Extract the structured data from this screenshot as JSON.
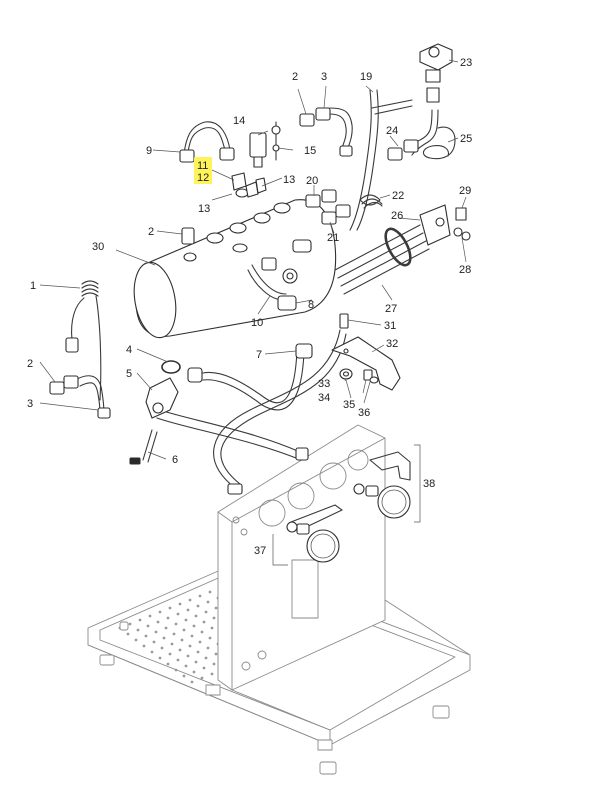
{
  "diagram": {
    "highlight_color": "#fff35a",
    "highlighted": [
      "11",
      "12"
    ],
    "callouts": {
      "c1": "1",
      "c2a": "2",
      "c2b": "2",
      "c2c": "2",
      "c3a": "3",
      "c3b": "3",
      "c4": "4",
      "c5": "5",
      "c6": "6",
      "c7": "7",
      "c8": "8",
      "c9": "9",
      "c10": "10",
      "c11": "11",
      "c12": "12",
      "c13a": "13",
      "c13b": "13",
      "c14": "14",
      "c15": "15",
      "c19": "19",
      "c20": "20",
      "c21": "21",
      "c22": "22",
      "c23": "23",
      "c24": "24",
      "c25": "25",
      "c26": "26",
      "c27": "27",
      "c28": "28",
      "c29": "29",
      "c30": "30",
      "c31": "31",
      "c32": "32",
      "c33": "33",
      "c34": "34",
      "c35": "35",
      "c36": "36",
      "c37": "37",
      "c38": "38"
    }
  }
}
